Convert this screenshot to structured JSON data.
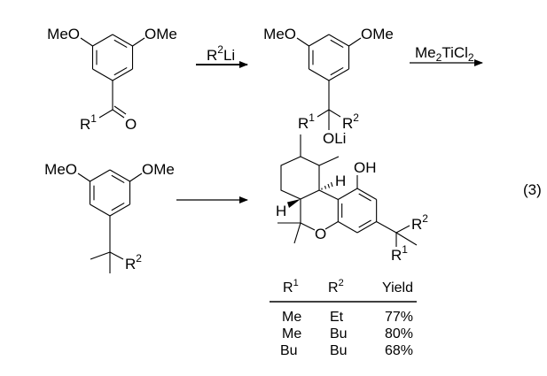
{
  "labels": {
    "meo": "MeO",
    "ome": "OMe",
    "carbonyl_o": "O",
    "oli": "OLi",
    "oh": "OH",
    "ring_o": "O",
    "h": "H",
    "r": "R",
    "sup1": "1",
    "sup2": "2"
  },
  "reagents": {
    "step1": {
      "base": "R",
      "sup": "2",
      "text": "Li"
    },
    "step2": {
      "me": "Me",
      "sub1": "2",
      "ti": "TiCl",
      "sub2": "2"
    }
  },
  "equation_number": "(3)",
  "table": {
    "headers": [
      {
        "base": "R",
        "sup": "1"
      },
      {
        "base": "R",
        "sup": "2"
      },
      {
        "base": "Yield"
      }
    ],
    "rows": [
      [
        "Me",
        "Et",
        "77%"
      ],
      [
        "Me",
        "Bu",
        "80%"
      ],
      [
        "Bu",
        "Bu",
        "68%"
      ]
    ]
  }
}
